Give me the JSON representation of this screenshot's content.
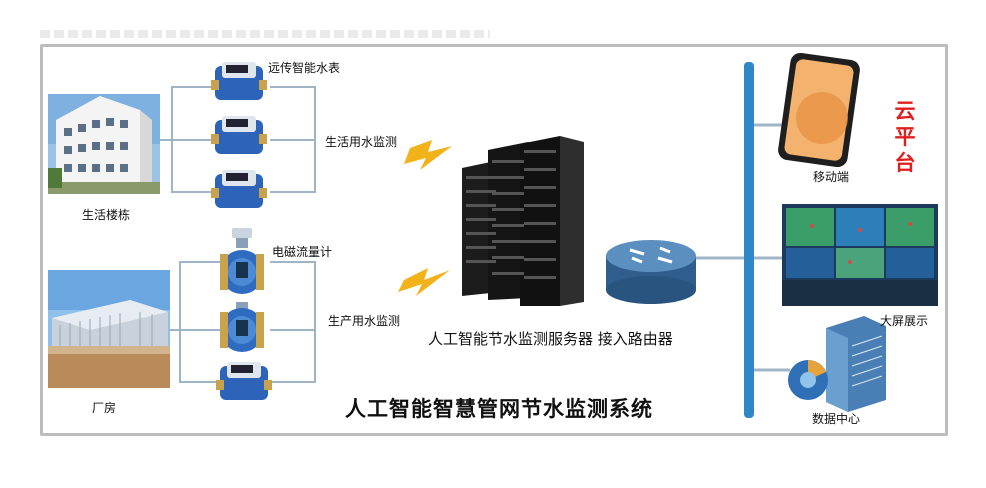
{
  "title": "人工智能智慧管网节水监测系统",
  "labels": {
    "residential_building": "生活楼栋",
    "factory": "厂房",
    "smart_meter": "远传智能水表",
    "em_flowmeter": "电磁流量计",
    "domestic_monitoring": "生活用水监测",
    "production_monitoring": "生产用水监测",
    "server_router": "人工智能节水监测服务器  接入路由器",
    "mobile": "移动端",
    "big_screen": "大屏展示",
    "data_center": "数据中心"
  },
  "cloud_platform": [
    "云",
    "平",
    "台"
  ],
  "colors": {
    "cloud_text": "#e02020",
    "bus_bar": "#2f87c5",
    "connector": "#9fb4c4",
    "meter_body": "#2d63b8",
    "router": "#3f6f9e"
  },
  "icons": [
    "building-icon",
    "factory-icon",
    "water-meter-icon",
    "flowmeter-icon",
    "lightning-icon",
    "server-rack-icon",
    "router-icon",
    "phone-icon",
    "monitor-wall-icon",
    "data-center-icon"
  ]
}
